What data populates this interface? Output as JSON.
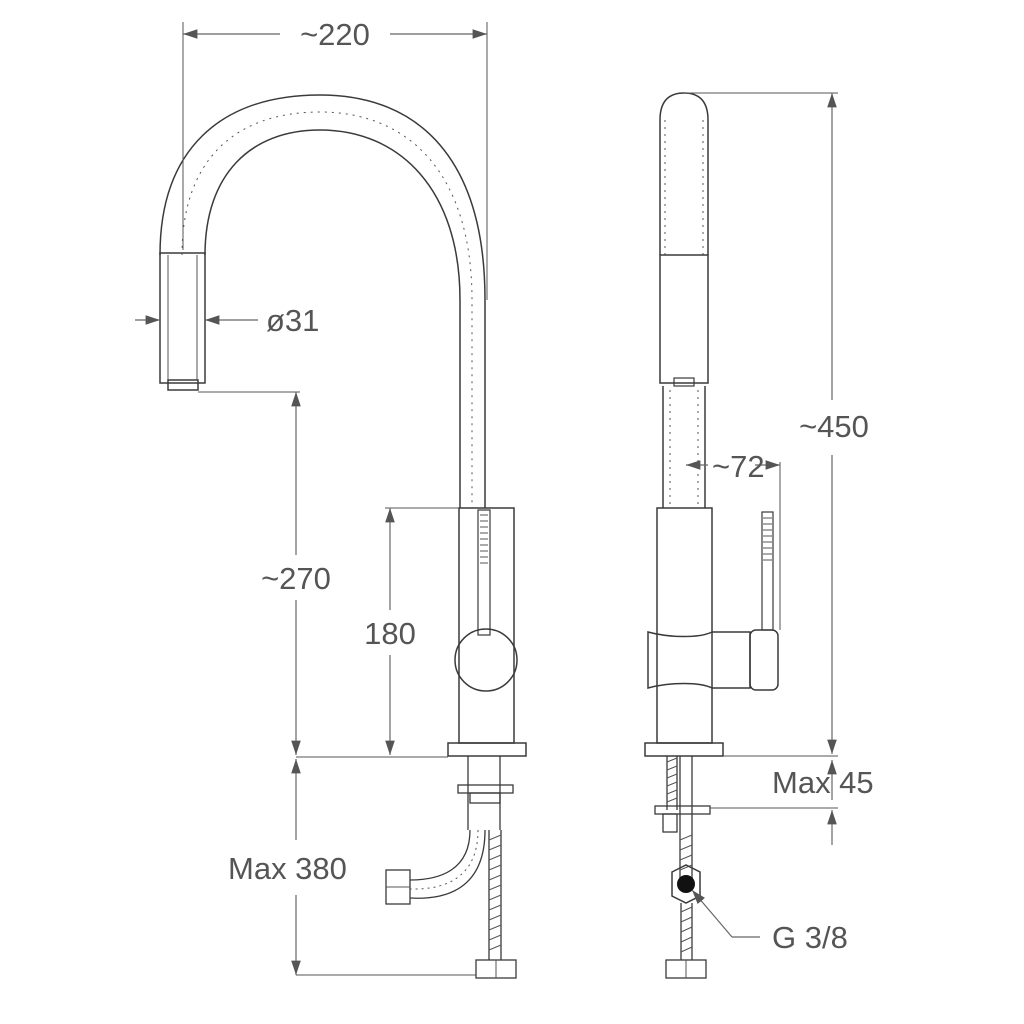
{
  "dimensions": {
    "width_top": "~220",
    "spout_diameter": "ø31",
    "spout_height": "~270",
    "body_height": "180",
    "lever_depth": "~72",
    "total_height": "~450",
    "max_thickness": "Max 45",
    "max_hose": "Max 380",
    "connection": "G 3/8"
  },
  "colors": {
    "line": "#3a3a3a",
    "label": "#555555"
  }
}
